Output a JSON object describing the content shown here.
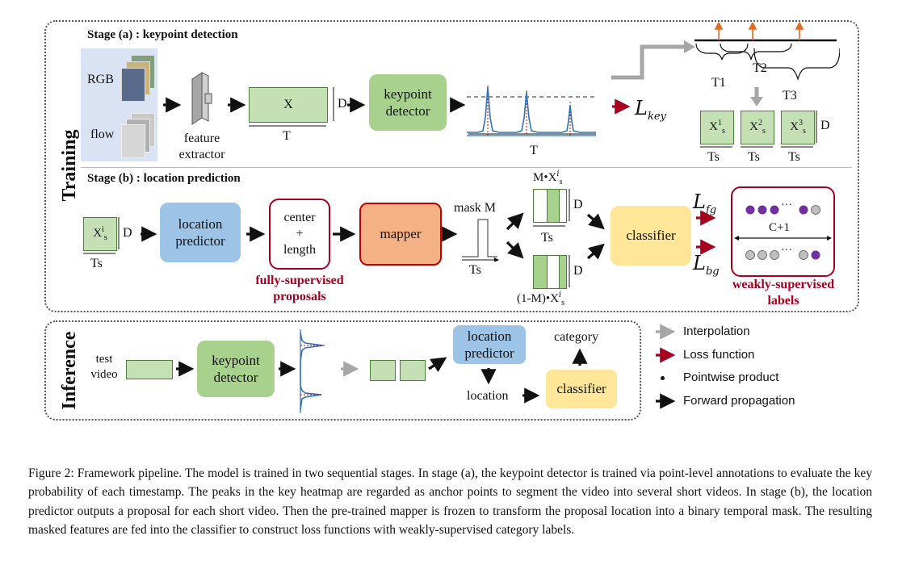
{
  "stages": {
    "a_title": "Stage (a) : keypoint detection",
    "b_title": "Stage (b) : location prediction",
    "training": "Training",
    "inference": "Inference"
  },
  "stage_a": {
    "rgb": "RGB",
    "flow": "flow",
    "feature_extractor": "feature\nextractor",
    "x_label": "X",
    "d": "D",
    "t": "T",
    "keypoint_detector": "keypoint\ndetector",
    "t_axis": "T",
    "loss_key": "L",
    "loss_key_sub": "key",
    "t1": "T1",
    "t2": "T2",
    "t3": "T3",
    "xs": [
      "X",
      "X",
      "X"
    ],
    "xs_sup": [
      "1",
      "2",
      "3"
    ],
    "xs_sub": "s",
    "ts": "Ts"
  },
  "stage_b": {
    "xsi": "X",
    "xsi_sup": "i",
    "xsi_sub": "s",
    "d": "D",
    "ts": "Ts",
    "location_predictor": "location\npredictor",
    "center_length": "center\n+\nlength",
    "fully_supervised": "fully-supervised\nproposals",
    "mapper": "mapper",
    "mask_m": "mask M",
    "mask_ts": "Ts",
    "m_x": "M•X",
    "one_minus_m_x": "(1-M)•X",
    "classifier": "classifier",
    "l_fg": "L",
    "l_fg_sub": "fg",
    "l_bg": "L",
    "l_bg_sub": "bg",
    "c_plus_1": "C+1",
    "ellipsis": "···",
    "weakly_supervised": "weakly-supervised\nlabels"
  },
  "inference": {
    "test_video": "test\nvideo",
    "keypoint_detector": "keypoint\ndetector",
    "location_predictor": "location\npredictor",
    "location": "location",
    "category": "category",
    "classifier": "classifier"
  },
  "legend": {
    "interpolation": "Interpolation",
    "loss_function": "Loss function",
    "pointwise": "Pointwise product",
    "forward": "Forward propagation"
  },
  "caption": "Figure 2: Framework pipeline. The model is trained in two sequential stages. In stage (a), the keypoint detector is trained via point-level annotations to evaluate the key probability of each timestamp. The peaks in the key heatmap are regarded as anchor points to segment the video into several short videos. In stage (b), the location predictor outputs a proposal for each short video. Then the pre-trained mapper is frozen to transform the proposal location into a binary temporal mask. The resulting masked features are fed into the classifier to construct loss functions with weakly-supervised category labels.",
  "colors": {
    "green": "#a9d18e",
    "blue": "#9dc3e6",
    "yellow": "#ffe699",
    "orange": "#f4b183",
    "dark_red": "#a50021",
    "peak_blue": "#2e75b6"
  }
}
